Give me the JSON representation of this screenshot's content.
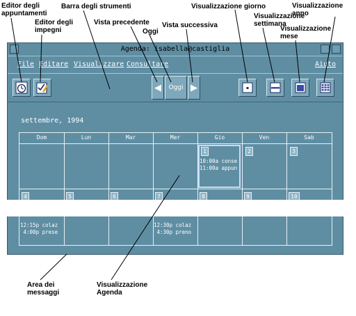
{
  "callouts": {
    "appointment_editor": "Editor degli\nappuntamenti",
    "todo_editor": "Editor degli\nimpegni",
    "toolbar": "Barra degli strumenti",
    "prev_view": "Vista precedente",
    "today": "Oggi",
    "next_view": "Vista successiva",
    "day_view": "Visualizzazione giorno",
    "week_view": "Visualizzazione\nsettimana",
    "month_view": "Visualizzazione\nmese",
    "year_view": "Visualizzazione\nanno",
    "message_area": "Area dei\nmessaggi",
    "calendar_view": "Visualizzazione\nAgenda"
  },
  "window": {
    "title": "Agenda: isabella@castiglia"
  },
  "menu": {
    "file": "File",
    "edit": "Editare",
    "view": "Visualizzare",
    "browse": "Consultare",
    "help": "Aiuto"
  },
  "toolbar": {
    "today_label": "Oggi",
    "prev_arrow": "◀",
    "next_arrow": "▶"
  },
  "calendar": {
    "month_label": "settembre, 1994",
    "days": [
      "Dom",
      "Lun",
      "Mar",
      "Mer",
      "Gio",
      "Ven",
      "Sab"
    ],
    "week1": {
      "d1": "1",
      "d2": "2",
      "d3": "3",
      "appt1": "10:00a conse",
      "appt2": "11:00a appun"
    },
    "week2": {
      "d4": "4",
      "d5": "5",
      "d6": "6",
      "d7": "7",
      "d8": "8",
      "d9": "9",
      "d10": "10",
      "sun_appt1": "12:15p colaz",
      "sun_appt2": " 4:00p prese",
      "wed_appt1": "12:30p colaz",
      "wed_appt2": " 4:30p preno"
    }
  },
  "colors": {
    "window_bg": "#5f8ea3",
    "today_border": "#c9dcf6"
  }
}
